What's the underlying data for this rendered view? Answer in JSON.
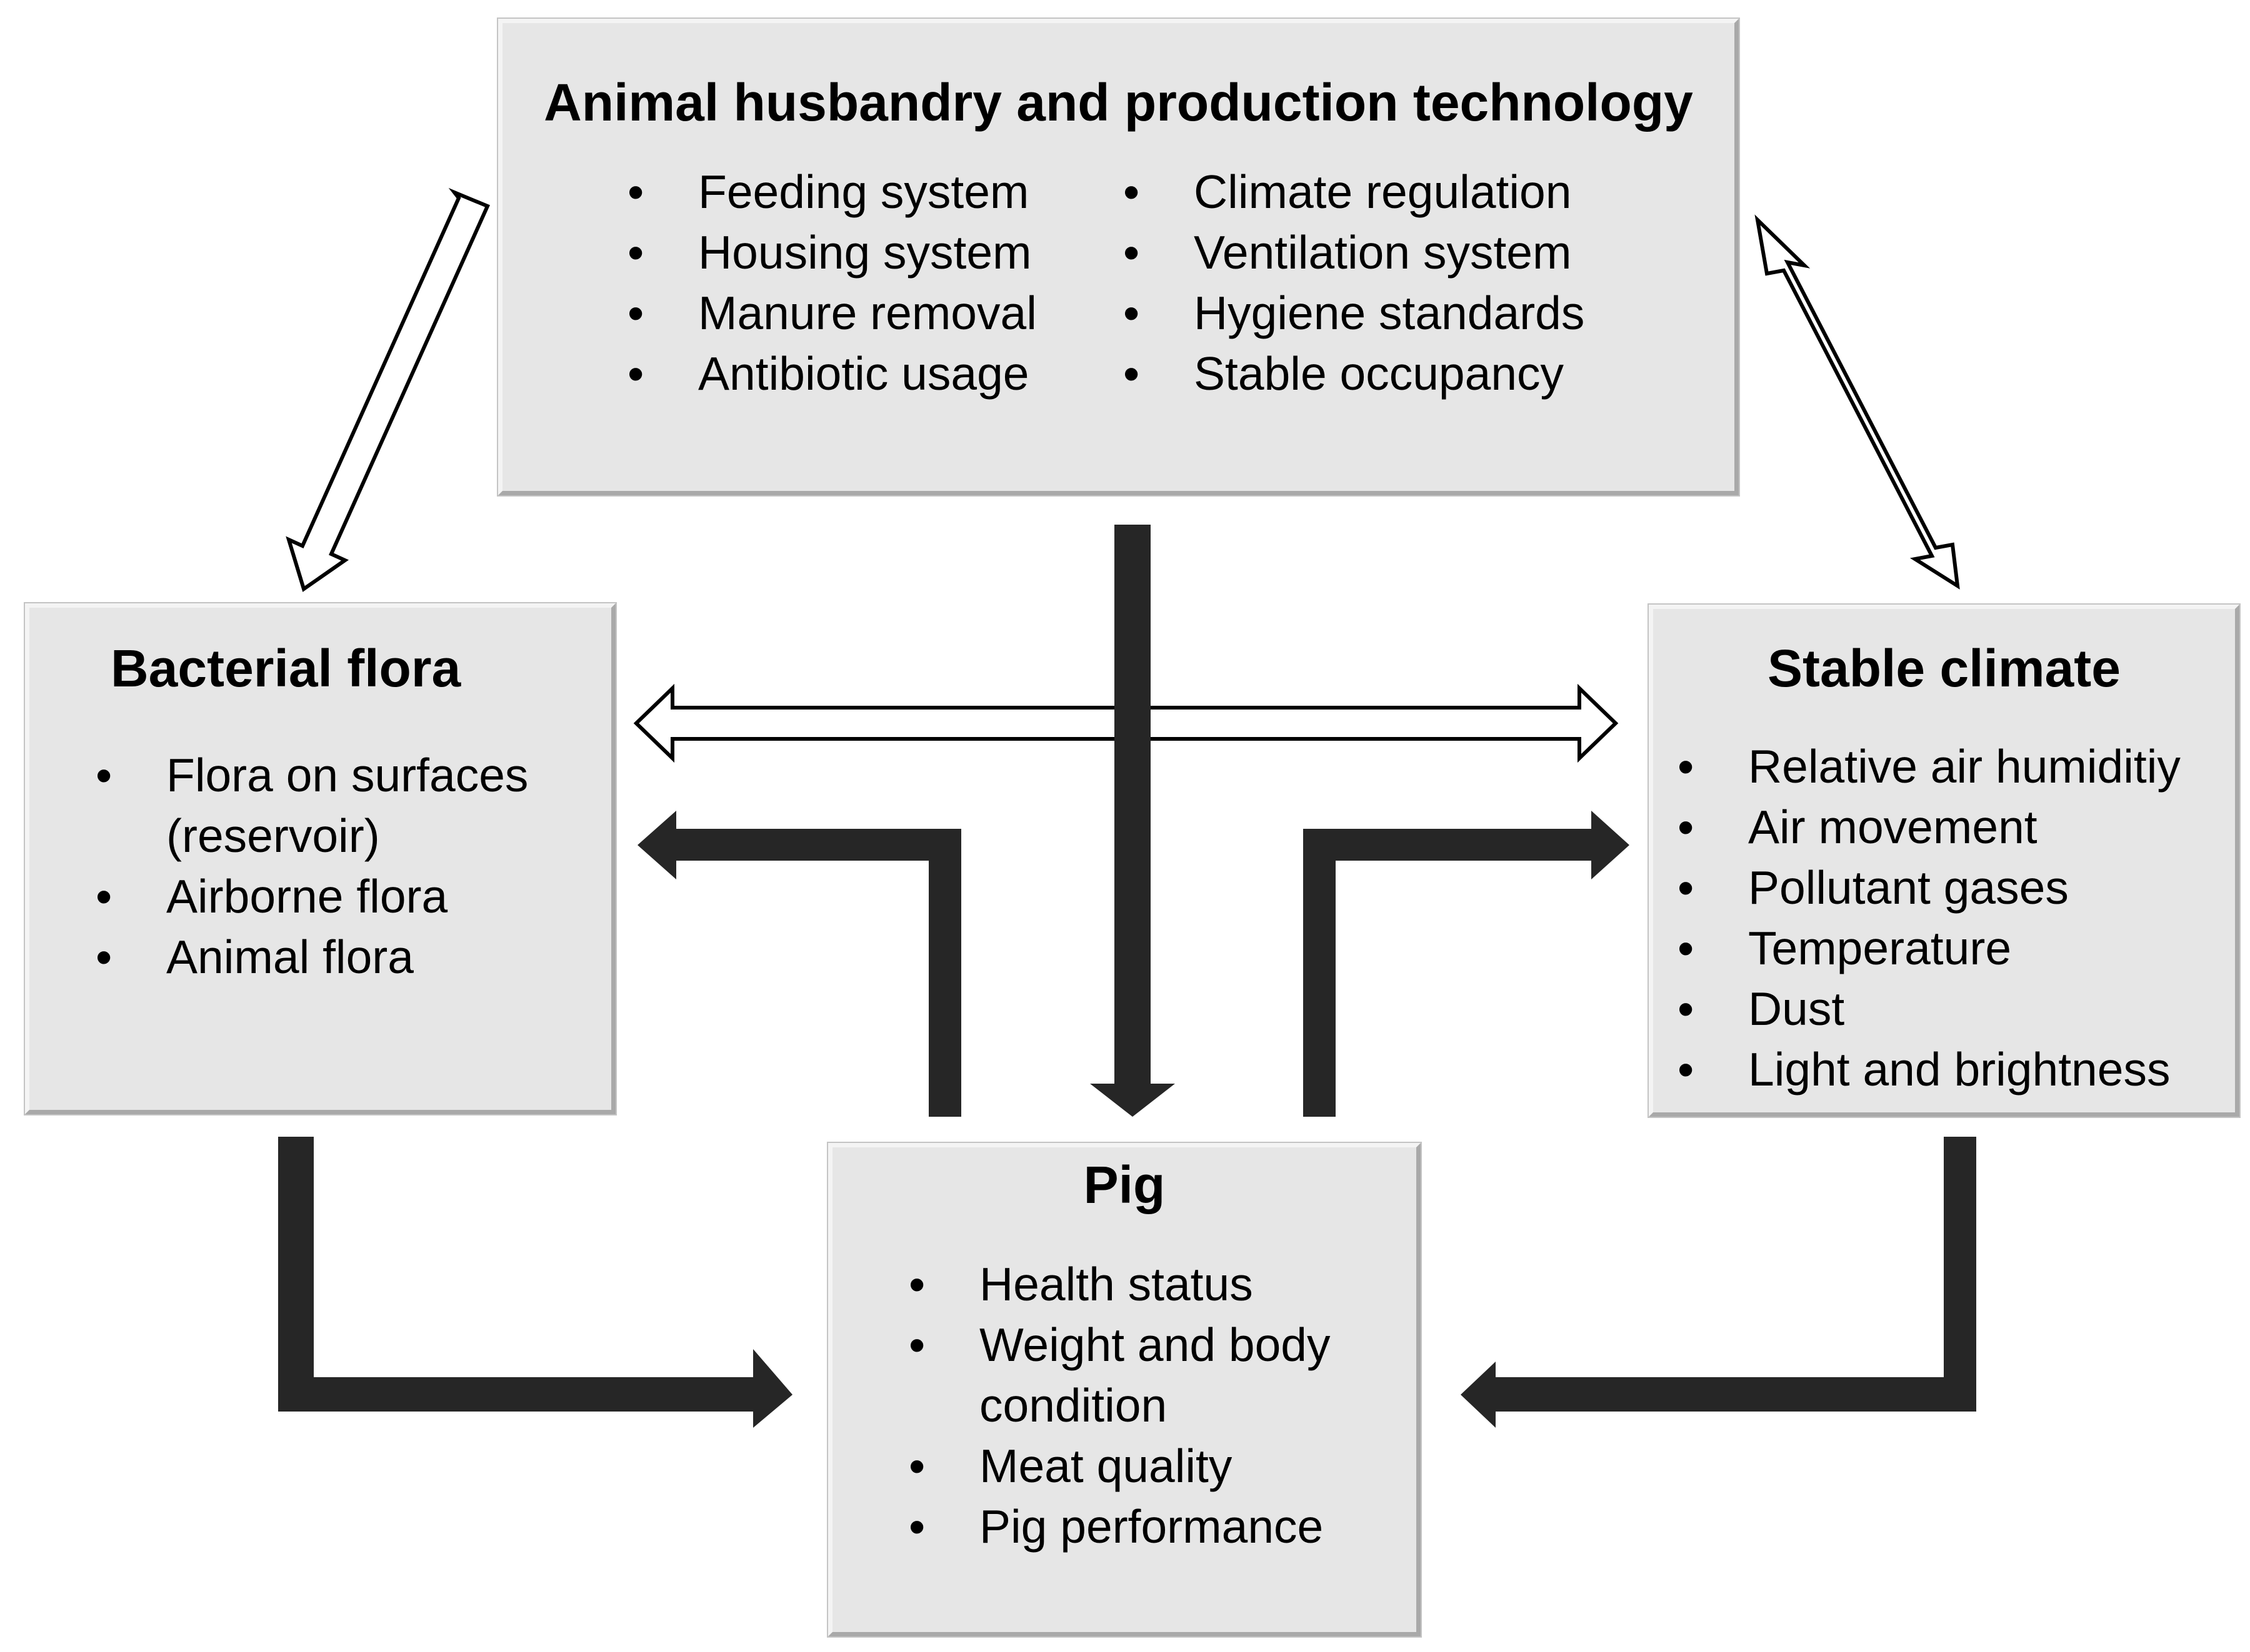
{
  "boxes": {
    "husbandry": {
      "title": "Animal husbandry and production technology",
      "left_items": [
        "Feeding system",
        "Housing system",
        "Manure removal",
        "Antibiotic usage"
      ],
      "right_items": [
        "Climate regulation",
        "Ventilation system",
        "Hygiene standards",
        "Stable occupancy"
      ]
    },
    "bacterial": {
      "title": "Bacterial flora",
      "items": [
        "Flora on surfaces",
        "(reservoir)",
        "Airborne flora",
        "Animal flora"
      ]
    },
    "climate": {
      "title": "Stable climate",
      "items": [
        "Relative air humiditiy",
        "Air movement",
        "Pollutant gases",
        "Temperature",
        "Dust",
        "Light and brightness"
      ]
    },
    "pig": {
      "title": "Pig",
      "items": [
        "Health status",
        "Weight and body",
        "condition",
        "Meat quality",
        "Pig performance"
      ]
    }
  },
  "bullet_glyph": "•",
  "colors": {
    "box_fill": "#e6e6e6",
    "arrow_dark": "#262626",
    "arrow_outline": "#000000"
  }
}
